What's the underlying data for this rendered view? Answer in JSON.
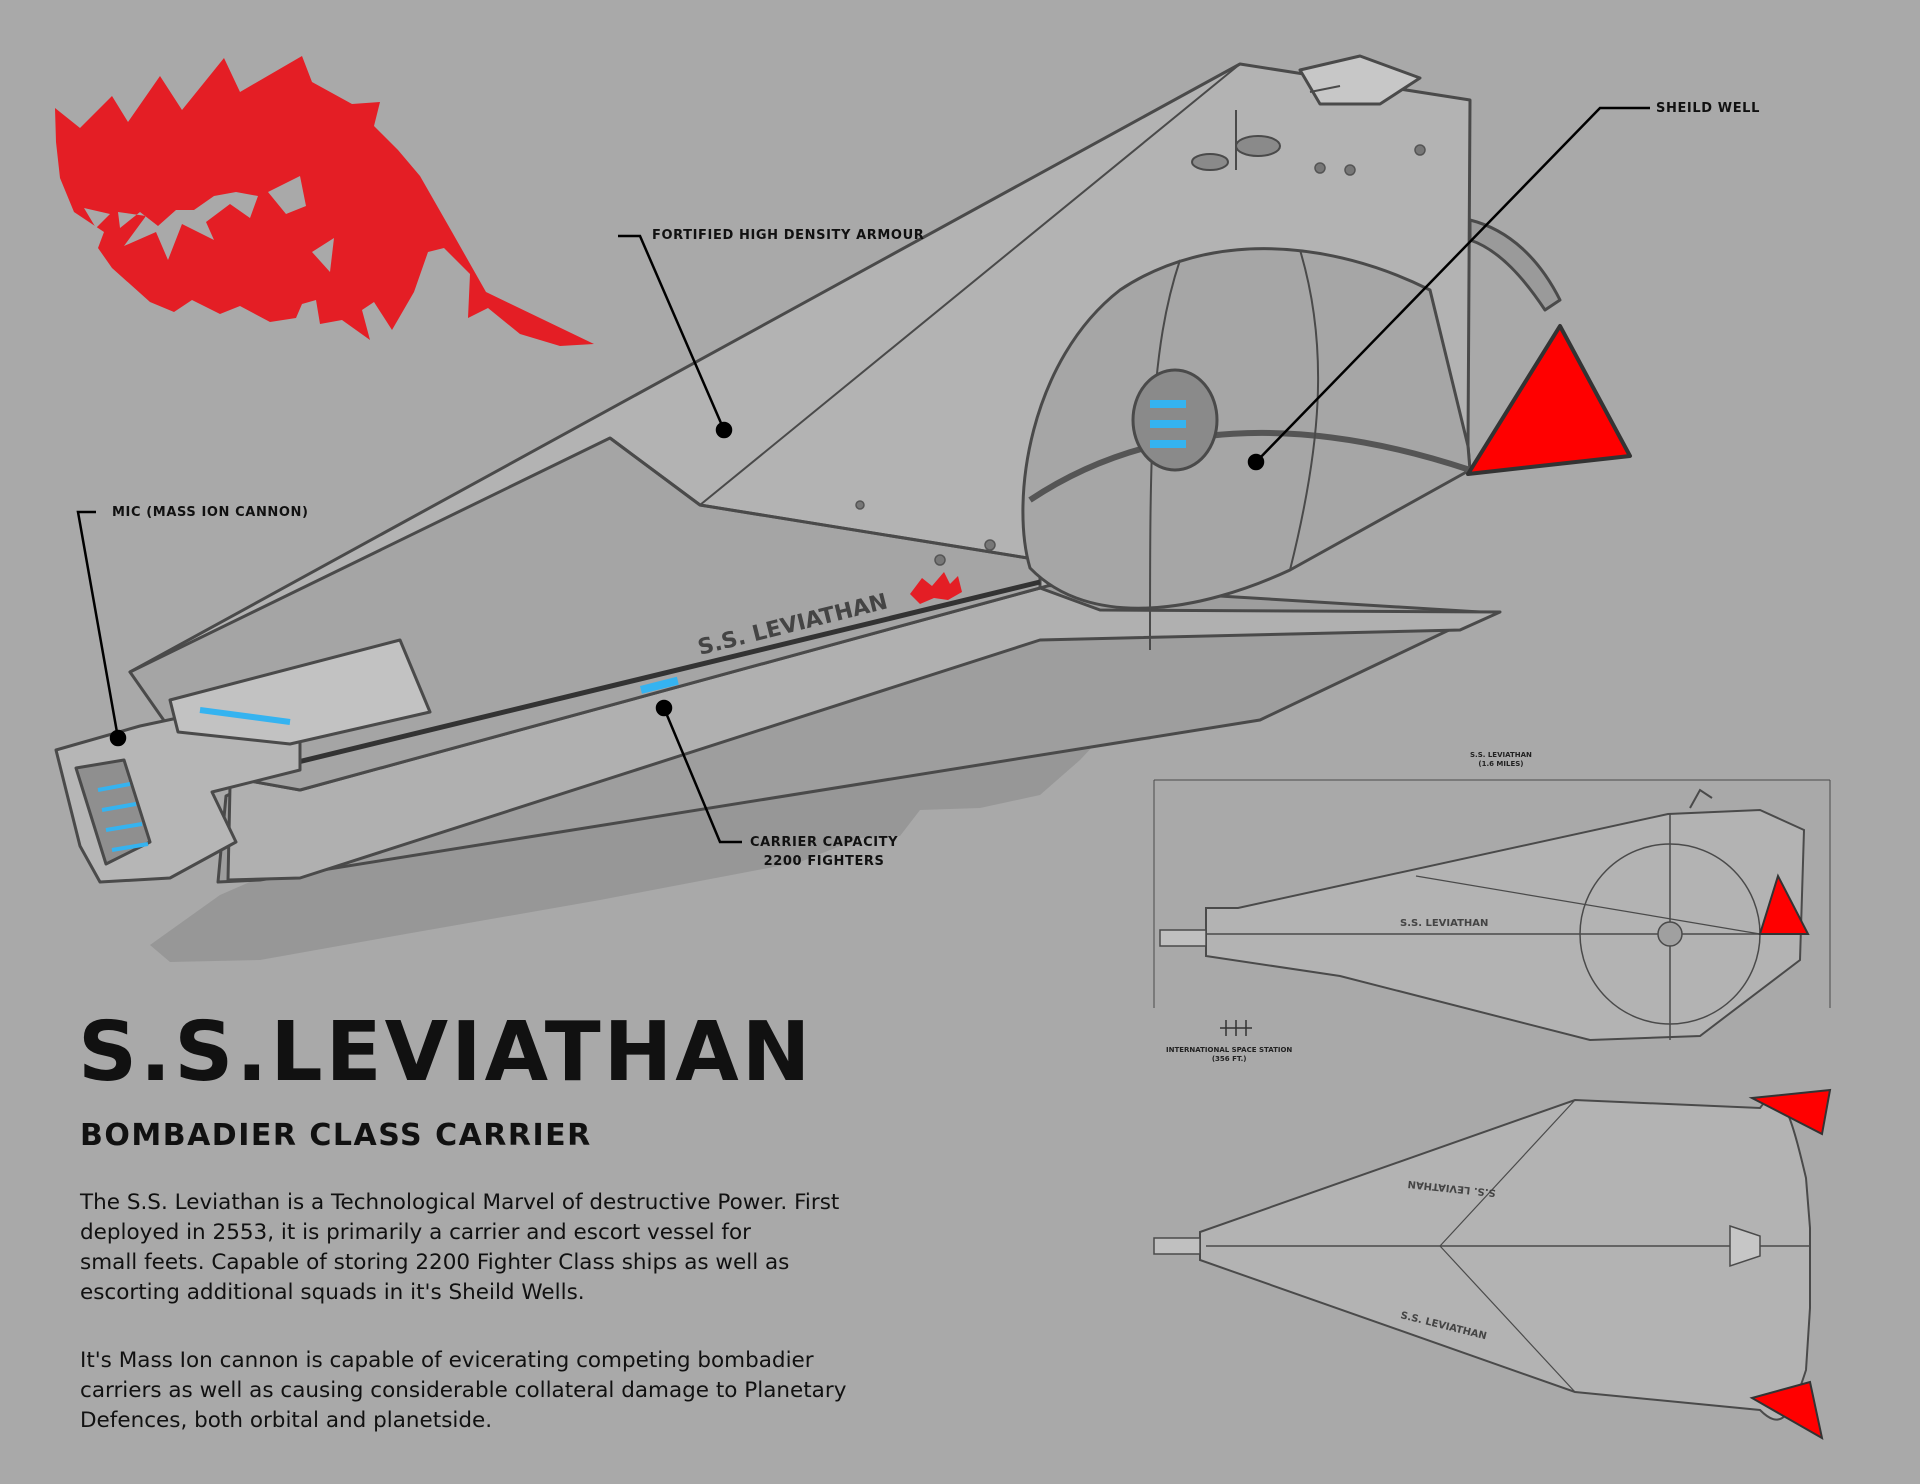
{
  "emblem": {
    "name": "red-dragon-emblem",
    "color": "#e41e25"
  },
  "accent_colors": {
    "emblem_red": "#e41e25",
    "shield_red": "#ff0000",
    "glow_blue": "#35b3f0"
  },
  "callouts": {
    "armour": "FORTIFIED HIGH DENSITY ARMOUR",
    "shield_well": "SHEILD WELL",
    "mic": "MIC (MASS ION CANNON)",
    "carrier_capacity_line1": "CARRIER CAPACITY",
    "carrier_capacity_line2": "2200 FIGHTERS"
  },
  "hull_name": "S.S. LEVIATHAN",
  "scale": {
    "ship_name": "S.S. LEVIATHAN",
    "ship_length": "(1.6 MILES)",
    "station_name": "INTERNATIONAL SPACE STATION",
    "station_length": "(356 FT.)"
  },
  "title": "S.S.LEVIATHAN",
  "subtitle": "BOMBADIER CLASS CARRIER",
  "description": {
    "paragraph1_lines": [
      "The S.S. Leviathan is a Technological Marvel of destructive Power. First",
      "deployed in 2553, it is primarily a carrier and escort vessel for",
      "small feets. Capable of storing 2200 Fighter Class ships as well as",
      "escorting additional squads in it's Sheild Wells."
    ],
    "paragraph2_lines": [
      "It's Mass Ion cannon is capable of evicerating competing bombadier",
      "carriers as well as causing considerable collateral damage to Planetary",
      "Defences, both orbital and planetside."
    ]
  }
}
